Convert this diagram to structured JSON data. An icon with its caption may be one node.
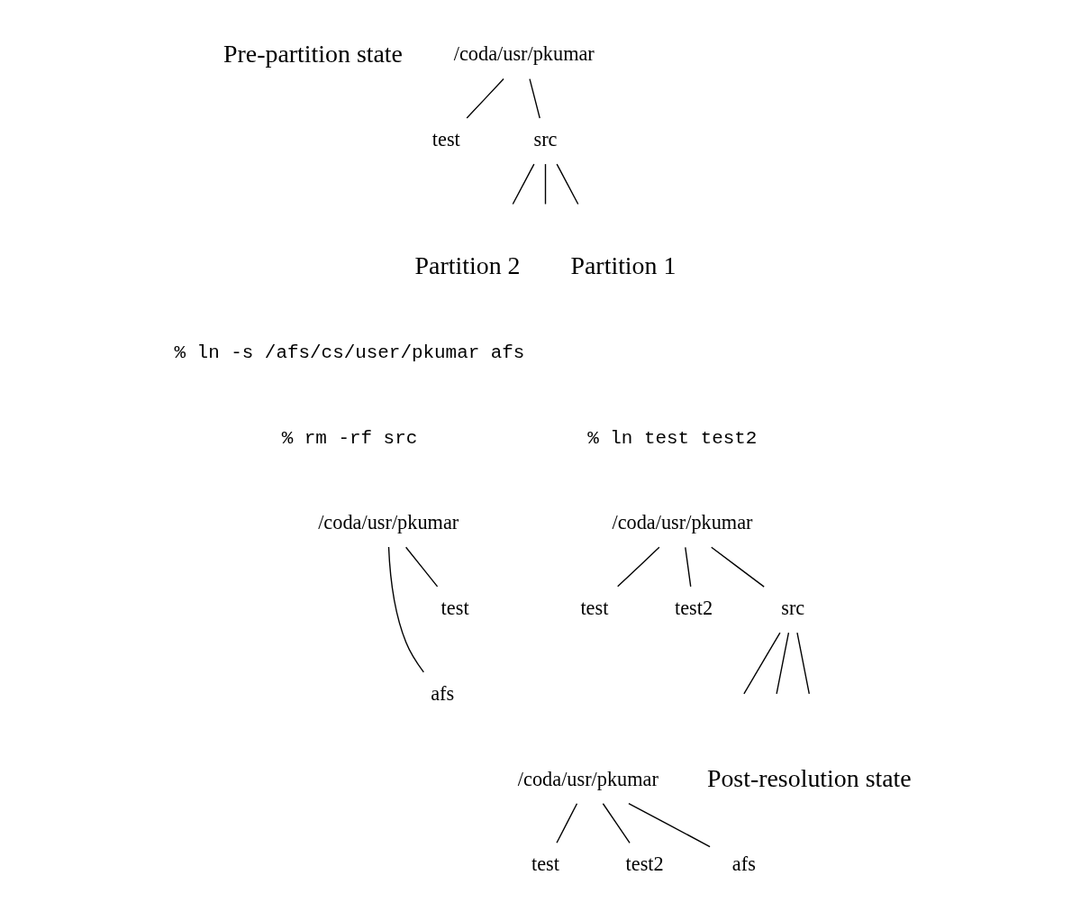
{
  "diagram": {
    "nodes": [
      {
        "text": [
          "/coda/usr/pkumar"
        ]
      },
      {
        "text": [
          "test"
        ]
      },
      {
        "text": [
          "src"
        ]
      },
      {
        "text": [
          "/coda/usr/pkumar"
        ]
      },
      {
        "text": [
          "test"
        ]
      },
      {
        "text": [
          "test2"
        ]
      },
      {
        "text": [
          "src"
        ]
      },
      {
        "text": [
          "/coda/usr/pkumar"
        ]
      },
      {
        "text": [
          "test"
        ]
      },
      {
        "text": [
          "afs"
        ]
      },
      {
        "text": [
          "/coda/usr/pkumar"
        ]
      },
      {
        "text": [
          "test"
        ]
      },
      {
        "text": [
          "test2"
        ]
      },
      {
        "text": [
          "afs"
        ]
      }
    ],
    "edges": [
      {
        "from": 0,
        "to": 1,
        "arrow": "none"
      },
      {
        "from": 0,
        "to": 2,
        "arrow": "none"
      },
      {
        "from": 2,
        "to": null,
        "arrow": "none"
      },
      {
        "from": 2,
        "to": null,
        "arrow": "none"
      },
      {
        "from": 2,
        "to": null,
        "arrow": "none"
      },
      {
        "from": 3,
        "to": 4,
        "arrow": "none"
      },
      {
        "from": 3,
        "to": 5,
        "arrow": "none"
      },
      {
        "from": 3,
        "to": 6,
        "arrow": "none"
      },
      {
        "from": 6,
        "to": null,
        "arrow": "none"
      },
      {
        "from": 6,
        "to": null,
        "arrow": "none"
      },
      {
        "from": 6,
        "to": null,
        "arrow": "none"
      },
      {
        "from": 7,
        "to": 8,
        "arrow": "none"
      },
      {
        "from": 7,
        "to": 9,
        "arrow": "none"
      },
      {
        "from": 10,
        "to": 11,
        "arrow": "none"
      },
      {
        "from": 10,
        "to": 12,
        "arrow": "none"
      },
      {
        "from": 10,
        "to": 13,
        "arrow": "none"
      }
    ],
    "labels": [
      "Pre-partition state",
      "Partition 1",
      "Partition 2",
      "% ln test test2",
      "% ln -s /afs/cs/user/pkumar afs",
      "% rm -rf src",
      "Post-resolution state"
    ]
  }
}
